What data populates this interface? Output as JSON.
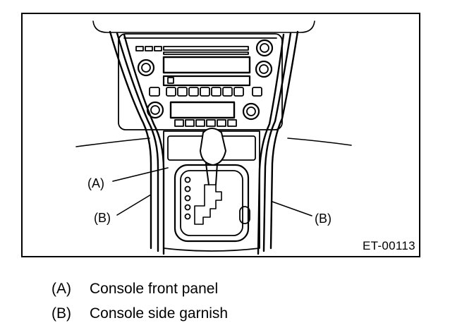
{
  "figure": {
    "code": "ET-00113",
    "callouts": {
      "a": "(A)",
      "b_left": "(B)",
      "b_right": "(B)"
    }
  },
  "legend": [
    {
      "key": "(A)",
      "text": "Console front panel"
    },
    {
      "key": "(B)",
      "text": "Console side garnish"
    }
  ]
}
